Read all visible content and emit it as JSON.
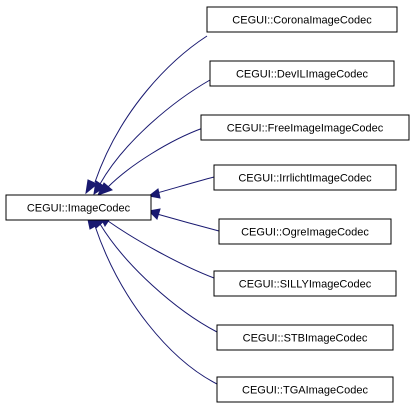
{
  "diagram": {
    "base_class": {
      "label": "CEGUI::ImageCodec"
    },
    "derived_classes": [
      {
        "label": "CEGUI::CoronaImageCodec"
      },
      {
        "label": "CEGUI::DevILImageCodec"
      },
      {
        "label": "CEGUI::FreeImageImageCodec"
      },
      {
        "label": "CEGUI::IrrlichtImageCodec"
      },
      {
        "label": "CEGUI::OgreImageCodec"
      },
      {
        "label": "CEGUI::SILLYImageCodec"
      },
      {
        "label": "CEGUI::STBImageCodec"
      },
      {
        "label": "CEGUI::TGAImageCodec"
      }
    ],
    "colors": {
      "edge": "#191970",
      "node_border": "#000000",
      "node_fill": "#ffffff",
      "text": "#000000"
    }
  }
}
